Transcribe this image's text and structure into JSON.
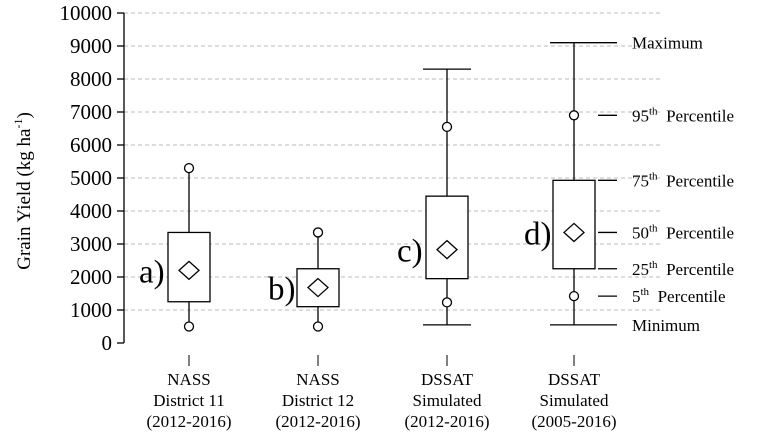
{
  "chart_data": {
    "type": "box",
    "ylabel": {
      "main": "Grain Yield (kg ha",
      "sup": "-1",
      "end": ")"
    },
    "ylim": [
      0,
      10000
    ],
    "yticks": [
      0,
      1000,
      2000,
      3000,
      4000,
      5000,
      6000,
      7000,
      8000,
      9000,
      10000
    ],
    "grid": "horizontal dashed",
    "boxes": [
      {
        "tag": "a)",
        "category": [
          "NASS",
          "District 11",
          "(2012-2016)"
        ],
        "min": 500,
        "p5": 500,
        "q1": 1250,
        "median": 2200,
        "q3": 3350,
        "p95": 5300,
        "max": 5300
      },
      {
        "tag": "b)",
        "category": [
          "NASS",
          "District 12",
          "(2012-2016)"
        ],
        "min": 500,
        "p5": 500,
        "q1": 1100,
        "median": 1680,
        "q3": 2250,
        "p95": 3350,
        "max": 3350
      },
      {
        "tag": "c)",
        "category": [
          "DSSAT",
          "Simulated",
          "(2012-2016)"
        ],
        "min": 550,
        "p5": 1230,
        "q1": 1950,
        "median": 2830,
        "q3": 4450,
        "p95": 6550,
        "max": 8300
      },
      {
        "tag": "d)",
        "category": [
          "DSSAT",
          "Simulated",
          "(2005-2016)"
        ],
        "min": 550,
        "p5": 1420,
        "q1": 2250,
        "median": 3350,
        "q3": 4930,
        "p95": 6900,
        "max": 9100
      }
    ],
    "legend": [
      {
        "label": "Maximum",
        "key": "max"
      },
      {
        "label": "95",
        "sup": "th",
        "rest": "Percentile",
        "key": "p95"
      },
      {
        "label": "75",
        "sup": "th",
        "rest": "Percentile",
        "key": "q3"
      },
      {
        "label": "50",
        "sup": "th",
        "rest": "Percentile",
        "key": "median"
      },
      {
        "label": "25",
        "sup": "th",
        "rest": "Percentile",
        "key": "q1"
      },
      {
        "label": "5",
        "sup": "th",
        "rest": "Percentile",
        "key": "p5"
      },
      {
        "label": "Minimum",
        "key": "min"
      }
    ]
  }
}
